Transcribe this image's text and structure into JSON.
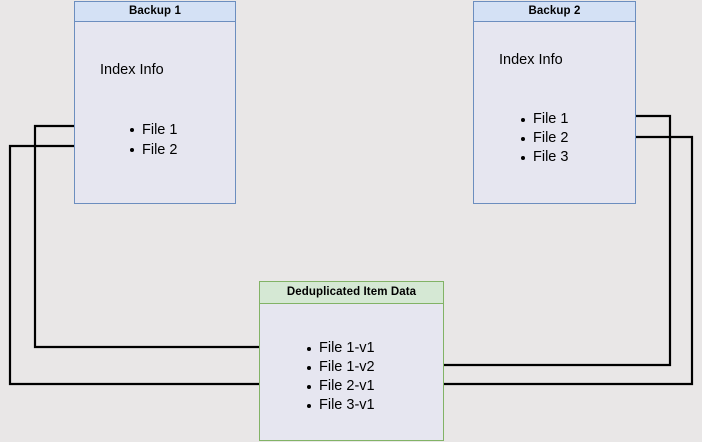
{
  "diagram": {
    "title_hidden": "",
    "background_color": "#e9e7e7",
    "palette": {
      "blue_border": "#6c8ebf",
      "blue_header_fill": "#d4e1f5",
      "green_border": "#82b366",
      "green_header_fill": "#d5e8d4",
      "body_fill": "#e6e6f0",
      "connector": "#000000"
    },
    "nodes": [
      {
        "id": "backup-1",
        "title": "Backup 1",
        "section_label": "Index Info",
        "items": [
          "File 1",
          "File 2"
        ]
      },
      {
        "id": "backup-2",
        "title": "Backup 2",
        "section_label": "Index Info",
        "items": [
          "File 1",
          "File 2",
          "File 3"
        ]
      },
      {
        "id": "dedup",
        "title": "Deduplicated Item Data",
        "items": [
          "File 1-v1",
          "File 1-v2",
          "File 2-v1",
          "File 3-v1"
        ]
      }
    ],
    "connectors": [
      {
        "from": "backup-1.File 1",
        "to": "dedup.File 1-v1",
        "direction": "left-route"
      },
      {
        "from": "backup-1.File 2",
        "to": "dedup.File 2-v1",
        "direction": "left-route"
      },
      {
        "from": "backup-2.File 1",
        "to": "dedup.File 1-v2",
        "direction": "right-route"
      },
      {
        "from": "backup-2.File 2",
        "to": "dedup.File 2-v1",
        "direction": "right-route"
      }
    ]
  }
}
